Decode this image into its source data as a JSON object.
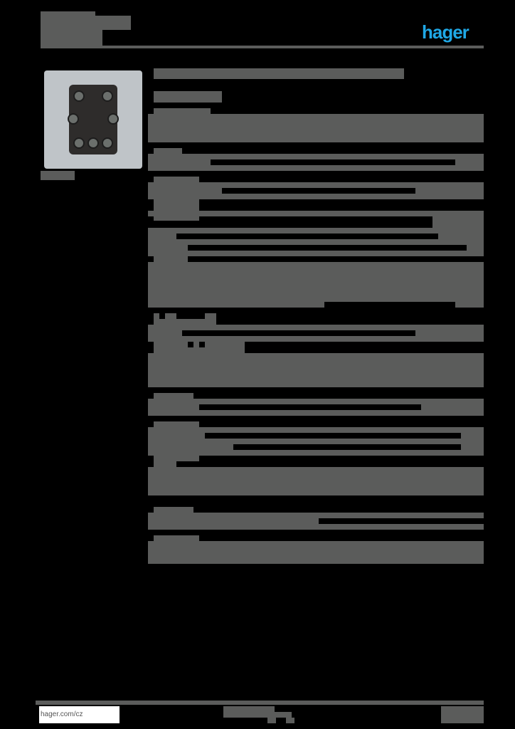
{
  "header": {
    "brand_logo_text": "hager",
    "brand_color": "#1fa8e6"
  },
  "product_image": {
    "alt": "switch-mechanism"
  },
  "footer": {
    "website_link": "hager.com/cz"
  },
  "colors": {
    "redaction_gray": "#5b5c5b",
    "background": "#000000"
  }
}
